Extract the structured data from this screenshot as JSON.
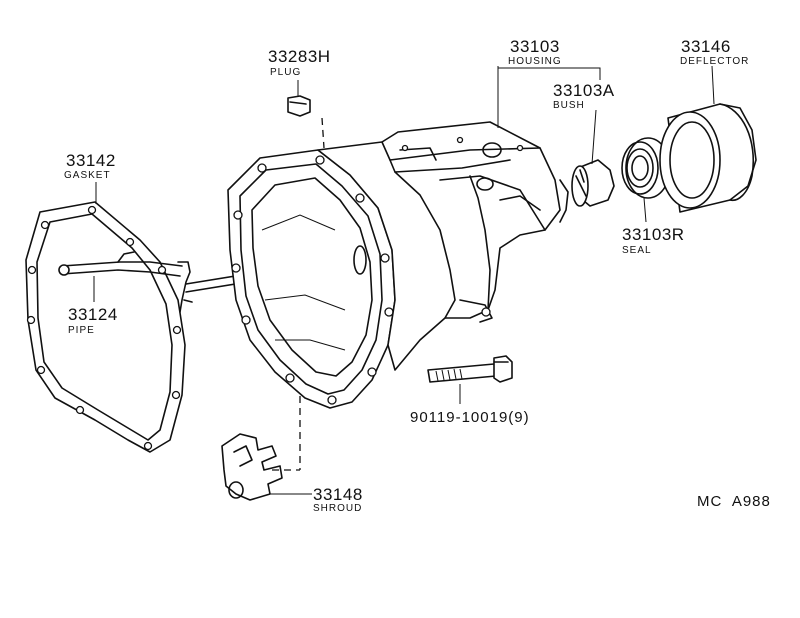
{
  "diagram_code": "MC  A988",
  "parts": [
    {
      "number": "33283H",
      "name": "PLUG"
    },
    {
      "number": "33103",
      "name": "HOUSING"
    },
    {
      "number": "33103A",
      "name": "BUSH"
    },
    {
      "number": "33146",
      "name": "DEFLECTOR"
    },
    {
      "number": "33142",
      "name": "GASKET"
    },
    {
      "number": "33103R",
      "name": "SEAL"
    },
    {
      "number": "33124",
      "name": "PIPE"
    },
    {
      "number": "90119-10019(9)",
      "name": ""
    },
    {
      "number": "33148",
      "name": "SHROUD"
    }
  ]
}
